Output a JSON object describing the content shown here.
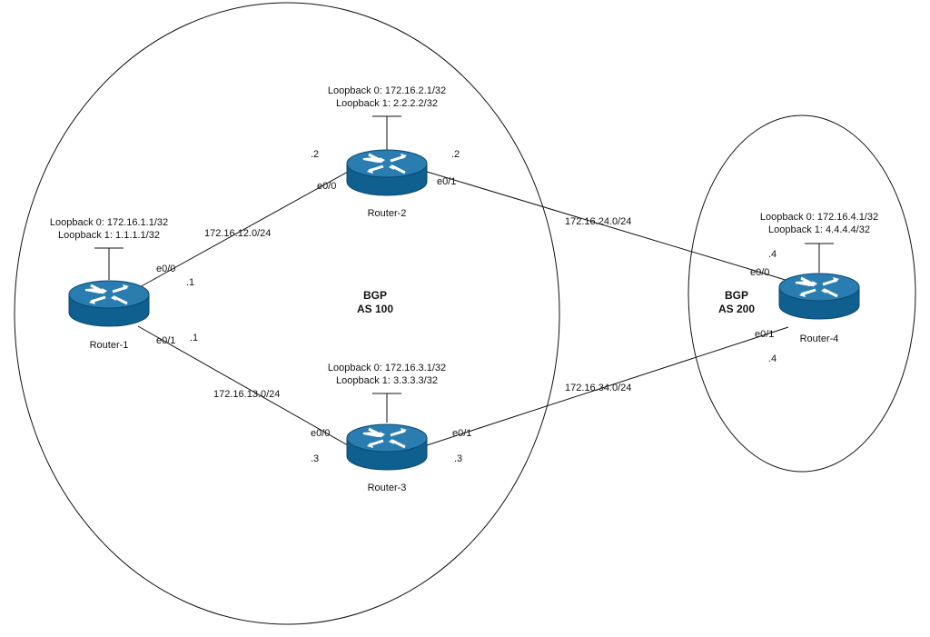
{
  "as_groups": [
    {
      "protocol": "BGP",
      "as": "AS 100"
    },
    {
      "protocol": "BGP",
      "as": "AS 200"
    }
  ],
  "routers": [
    {
      "name": "Router-1",
      "loopback0": "Loopback 0: 172.16.1.1/32",
      "loopback1": "Loopback 1: 1.1.1.1/32"
    },
    {
      "name": "Router-2",
      "loopback0": "Loopback 0: 172.16.2.1/32",
      "loopback1": "Loopback 1: 2.2.2.2/32"
    },
    {
      "name": "Router-3",
      "loopback0": "Loopback 0: 172.16.3.1/32",
      "loopback1": "Loopback 1: 3.3.3.3/32"
    },
    {
      "name": "Router-4",
      "loopback0": "Loopback 0: 172.16.4.1/32",
      "loopback1": "Loopback 1: 4.4.4.4/32"
    }
  ],
  "links": [
    {
      "subnet": "172.16.12.0/24",
      "a_iface": "e0/0",
      "a_host": ".1",
      "b_iface": "e0/0",
      "b_host": ".2"
    },
    {
      "subnet": "172.16.13.0/24",
      "a_iface": "e0/1",
      "a_host": ".1",
      "b_iface": "e0/0",
      "b_host": ".3"
    },
    {
      "subnet": "172.16.24.0/24",
      "a_iface": "e0/1",
      "a_host": ".2",
      "b_iface": "e0/0",
      "b_host": ".4"
    },
    {
      "subnet": "172.16.34.0/24",
      "a_iface": "e0/1",
      "a_host": ".3",
      "b_iface": "e0/1",
      "b_host": ".4"
    }
  ],
  "colors": {
    "router_top": "#2a7db0",
    "router_body": "#0f5f8f",
    "router_edge": "#0b4a70",
    "arrow": "#ffffff",
    "line": "#111111"
  }
}
